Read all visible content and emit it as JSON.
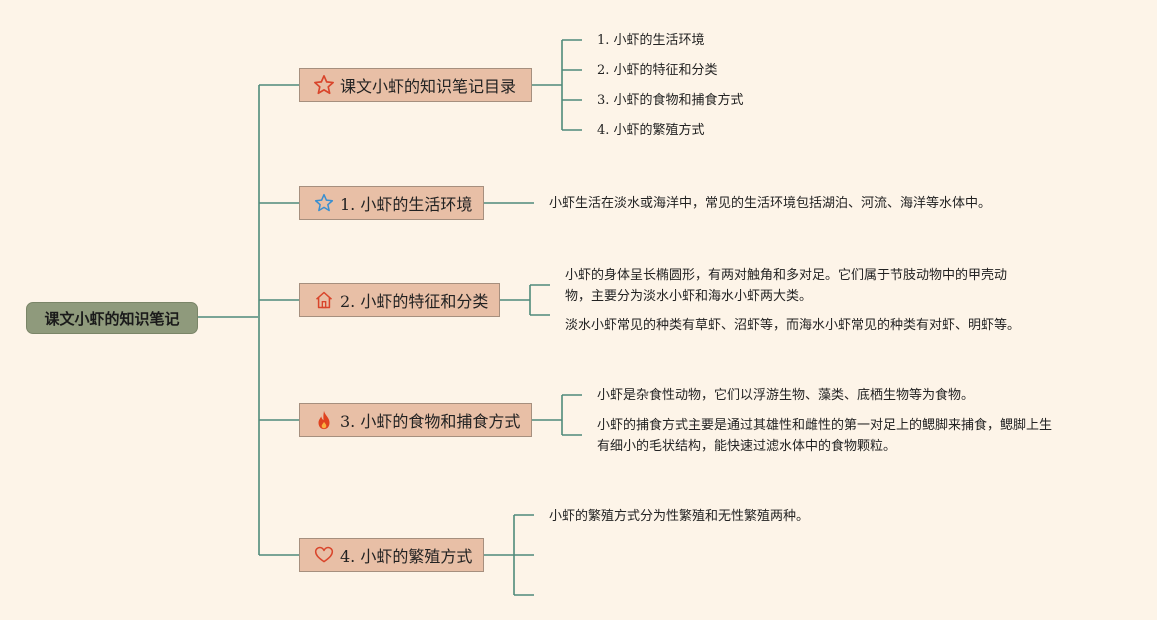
{
  "root": {
    "label": "课文小虾的知识笔记"
  },
  "branches": [
    {
      "label": "课文小虾的知识笔记目录",
      "icon": "star-icon",
      "icon_color": "#d9452b",
      "leaves": [
        "1. 小虾的生活环境",
        "2. 小虾的特征和分类",
        "3. 小虾的食物和捕食方式",
        "4. 小虾的繁殖方式"
      ]
    },
    {
      "label": "1. 小虾的生活环境",
      "icon": "star-outline-icon",
      "icon_color": "#3a8fd0",
      "leaves": [
        "小虾生活在淡水或海洋中，常见的生活环境包括湖泊、河流、海洋等水体中。"
      ]
    },
    {
      "label": "2. 小虾的特征和分类",
      "icon": "home-icon",
      "icon_color": "#d9452b",
      "leaves": [
        "小虾的身体呈长椭圆形，有两对触角和多对足。它们属于节肢动物中的甲壳动",
        "物，主要分为淡水小虾和海水小虾两大类。",
        "淡水小虾常见的种类有草虾、沼虾等，而海水小虾常见的种类有对虾、明虾等。"
      ]
    },
    {
      "label": "3. 小虾的食物和捕食方式",
      "icon": "fire-icon",
      "icon_color": "#e0421f",
      "leaves": [
        "小虾是杂食性动物，它们以浮游生物、藻类、底栖生物等为食物。",
        "小虾的捕食方式主要是通过其雄性和雌性的第一对足上的鳃脚来捕食，鳃脚上生",
        "有细小的毛状结构，能快速过滤水体中的食物颗粒。"
      ]
    },
    {
      "label": "4. 小虾的繁殖方式",
      "icon": "heart-icon",
      "icon_color": "#d9452b",
      "leaves": [
        "小虾的繁殖方式分为性繁殖和无性繁殖两种。"
      ]
    }
  ],
  "colors": {
    "line": "#4f8a7a",
    "branch_bg": "#e8bfa6",
    "root_bg": "#8f9a7c",
    "background": "#fdf4e8"
  }
}
